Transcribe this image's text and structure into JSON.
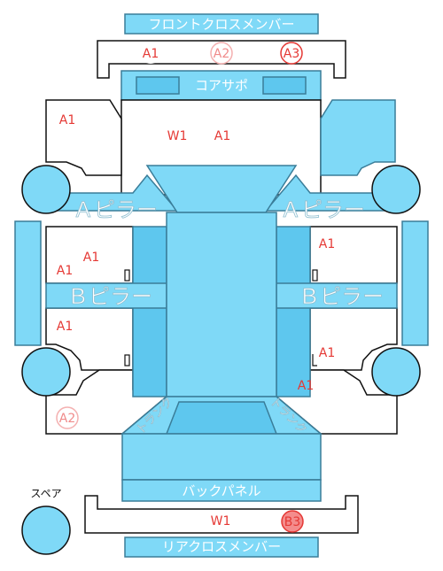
{
  "panels": {
    "front_cross_member": "フロントクロスメンバー",
    "core_support": "コアサポ",
    "a_pillar_left": "Ａピラー",
    "a_pillar_right": "Ａピラー",
    "b_pillar_left": "Ｂピラー",
    "b_pillar_right": "Ｂピラー",
    "back_panel": "バックパネル",
    "rear_cross_member": "リアクロスメンバー",
    "trunk_left": "トランク",
    "trunk_right": "トランク",
    "spare": "スペア"
  },
  "codes": {
    "fcm_a1": "A1",
    "fcm_a2": "A2",
    "fcm_a3": "A3",
    "lf_fender_a1": "A1",
    "hood_w1": "W1",
    "hood_a1": "A1",
    "lf_door_a1_top": "A1",
    "lf_door_a1_bottom": "A1",
    "lr_door_a1": "A1",
    "lr_quarter_a2": "A2",
    "rf_door_a1": "A1",
    "rr_door_a1": "A1",
    "rr_quarter_a1": "A1",
    "rcm_w1": "W1",
    "rcm_b3": "B3"
  },
  "colors": {
    "panel": "#7fd9f7",
    "panel_dark": "#5ec7ee",
    "damage": "#e53935"
  }
}
